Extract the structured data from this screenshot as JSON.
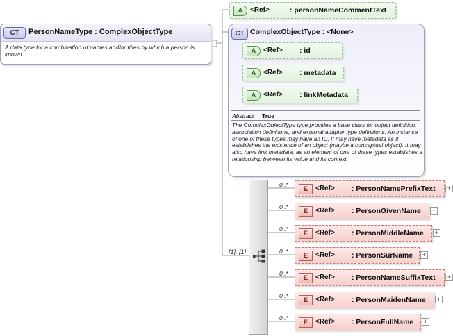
{
  "main_type": {
    "badge": "CT",
    "title": "PersonNameType : ComplexObjectType",
    "description": "A data type for a combination of names and/or titles by which a person is known."
  },
  "top_attribute": {
    "badge": "A",
    "ref": "<Ref>",
    "name": ": personNameCommentText"
  },
  "base_type": {
    "badge": "CT",
    "title": "ComplexObjectType : <None>",
    "attributes": [
      {
        "badge": "A",
        "ref": "<Ref>",
        "name": ": id"
      },
      {
        "badge": "A",
        "ref": "<Ref>",
        "name": ": metadata"
      },
      {
        "badge": "A",
        "ref": "<Ref>",
        "name": ": linkMetadata"
      }
    ],
    "abstract_label": "Abstract",
    "abstract_value": "True",
    "description": "The ComplexObjectType type provides a base class for object definition, association definitions, and external adapter type definitions. An instance of one of these types may have an ID. It may have metadata as it establishes the existence of an object (maybe a conceptual object). It may also have link metadata, as an element of one of these types establishes a relationship between its value and its context."
  },
  "sequence": {
    "multiplicity": "[1]..[1]",
    "icon": "sequence-icon",
    "elements": [
      {
        "mult": "0..*",
        "badge": "E",
        "ref": "<Ref>",
        "name": ": PersonNamePrefixText",
        "expand": "+"
      },
      {
        "mult": "0..*",
        "badge": "E",
        "ref": "<Ref>",
        "name": ": PersonGivenName",
        "expand": "+"
      },
      {
        "mult": "0..*",
        "badge": "E",
        "ref": "<Ref>",
        "name": ": PersonMiddleName",
        "expand": "+"
      },
      {
        "mult": "0..*",
        "badge": "E",
        "ref": "<Ref>",
        "name": ": PersonSurName",
        "expand": "+"
      },
      {
        "mult": "0..*",
        "badge": "E",
        "ref": "<Ref>",
        "name": ": PersonNameSuffixText",
        "expand": "+"
      },
      {
        "mult": "0..*",
        "badge": "E",
        "ref": "<Ref>",
        "name": ": PersonMaidenName",
        "expand": "+"
      },
      {
        "mult": "0..*",
        "badge": "E",
        "ref": "<Ref>",
        "name": ": PersonFullName",
        "expand": "+"
      }
    ]
  }
}
